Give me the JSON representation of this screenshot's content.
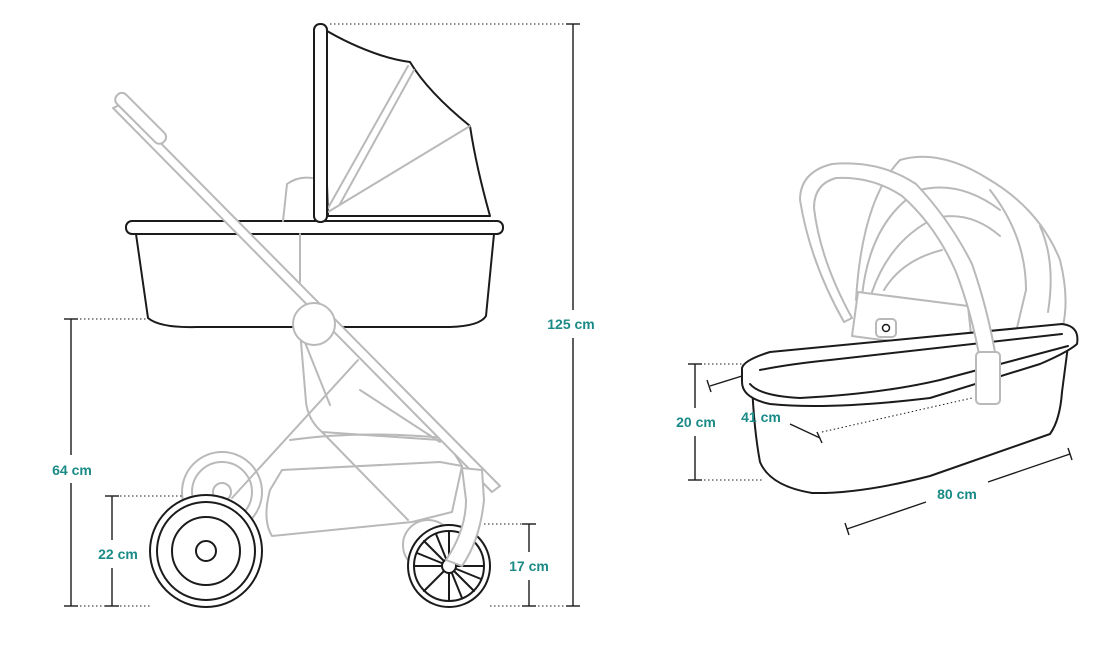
{
  "colors": {
    "label": "#1a8a86",
    "outline_dark": "#1b1b1b",
    "outline_light": "#b9b9b9"
  },
  "stroller": {
    "total_height": "125 cm",
    "seat_height": "64 cm",
    "rear_wheel": "22 cm",
    "front_wheel": "17 cm"
  },
  "carrycot": {
    "height": "20 cm",
    "width": "41 cm",
    "length": "80 cm",
    "badge_icon": "brand-logo-icon"
  }
}
